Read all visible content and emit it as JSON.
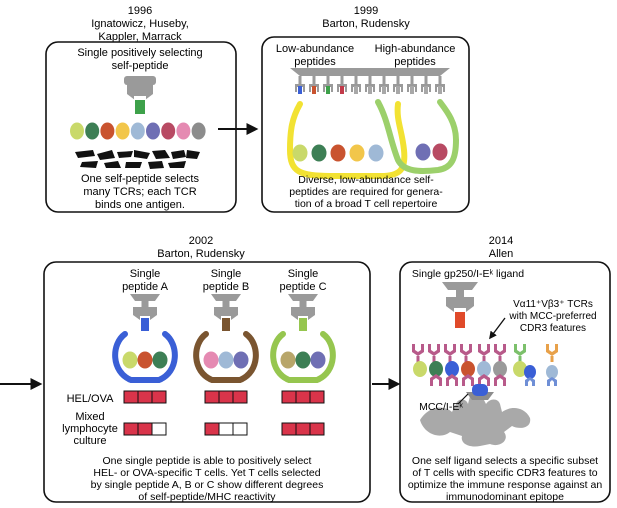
{
  "panel1": {
    "year": "1996",
    "authors_line1": "Ignatowicz, Huseby,",
    "authors_line2": "Kappler, Marrack",
    "heading_line1": "Single positively selecting",
    "heading_line2": "self-peptide",
    "caption_line1": "One self-peptide selects",
    "caption_line2": "many TCRs; each TCR",
    "caption_line3": "binds one antigen.",
    "cell_colors": [
      "#c9d96a",
      "#3d7f55",
      "#c9532f",
      "#f2c64a",
      "#9fb9d6",
      "#6f6fb4",
      "#b84a63",
      "#e58ab2",
      "#8c8c8c"
    ]
  },
  "panel2": {
    "year": "1999",
    "authors": "Barton, Rudensky",
    "label_low_line1": "Low-abundance",
    "label_low_line2": "peptides",
    "label_high_line1": "High-abundance",
    "label_high_line2": "peptides",
    "caption_line1": "Diverse, low-abundance self-",
    "caption_line2": "peptides are required for genera-",
    "caption_line3": "tion of a broad T cell repertoire",
    "colors": {
      "yellow_loop": "#f2e233",
      "green_loop": "#9cd06b"
    }
  },
  "panel3": {
    "year": "2002",
    "authors": "Barton, Rudensky",
    "peptide_a_line1": "Single",
    "peptide_a_line2": "peptide A",
    "peptide_b_line1": "Single",
    "peptide_b_line2": "peptide B",
    "peptide_c_line1": "Single",
    "peptide_c_line2": "peptide C",
    "row_label_hel": "HEL/OVA",
    "row_label_mixed_line1": "Mixed",
    "row_label_mixed_line2": "lymphocyte",
    "row_label_mixed_line3": "culture",
    "caption_line1": "One single peptide is able to positively select",
    "caption_line2": "HEL- or OVA-specific T cells. Yet T cells selected",
    "caption_line3": "by single peptide A, B or C show different degrees",
    "caption_line4": "of self-peptide/MHC reactivity",
    "colors": {
      "a": "#3a5fd6",
      "b": "#7a5530",
      "c": "#96c64f",
      "red": "#d9344a"
    },
    "hel_filled": [
      3,
      3,
      3
    ],
    "mixed_filled": [
      2,
      1,
      3
    ]
  },
  "panel4": {
    "year": "2014",
    "authors": "Allen",
    "heading": "Single gp250/I-Eᵏ ligand",
    "tcr_line1": "Vα11⁺Vβ3⁺ TCRs",
    "tcr_line2": "with MCC-preferred",
    "tcr_line3": "CDR3 features",
    "mcc_label": "MCC/I-Eᵏ",
    "caption_line1": "One self ligand selects a specific subset",
    "caption_line2": "of T cells with specific CDR3 features to",
    "caption_line3": "optimize the immune response against an",
    "caption_line4": "immunodominant epitope",
    "colors": {
      "peptide": "#e04a2a",
      "mcc": "#3a5fd6",
      "tcr": "#b85a8a"
    }
  }
}
